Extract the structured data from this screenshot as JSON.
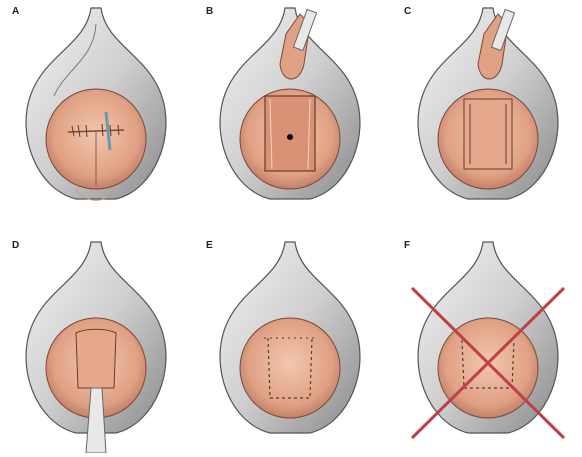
{
  "panels": [
    {
      "label": "A"
    },
    {
      "label": "B"
    },
    {
      "label": "C"
    },
    {
      "label": "D"
    },
    {
      "label": "E"
    },
    {
      "label": "F"
    }
  ],
  "colors": {
    "tissue_shadow": "#8f8f8f",
    "tissue_light": "#e4e4e4",
    "cavity": "#e8b49a",
    "cavity_dark": "#c9826a",
    "suture": "#5a3a30",
    "cross": "#c0404a"
  }
}
